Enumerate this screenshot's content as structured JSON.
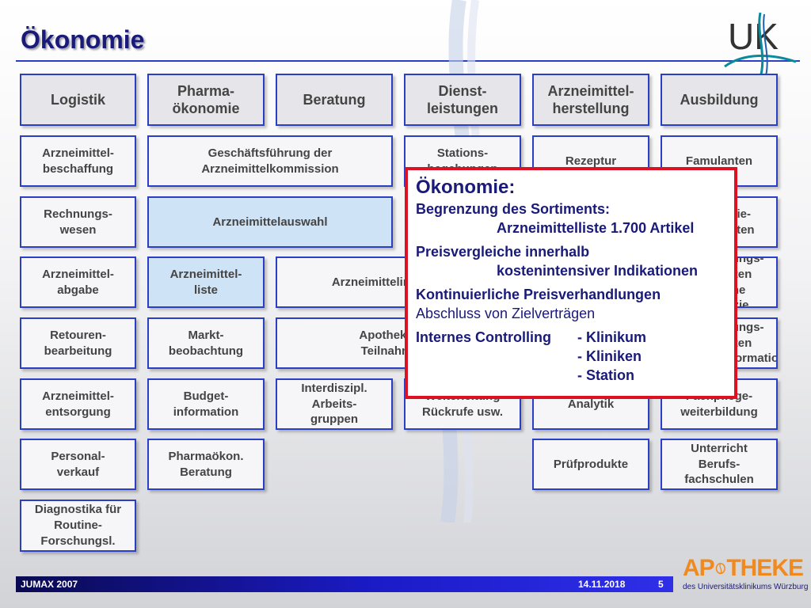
{
  "title": "Ökonomie",
  "logo_text": "UK",
  "headers": [
    {
      "label": "Logistik"
    },
    {
      "label": "Pharma-\nökonomie"
    },
    {
      "label": "Beratung"
    },
    {
      "label": "Dienst-\nleistungen"
    },
    {
      "label": "Arzneimittel-\nherstellung"
    },
    {
      "label": "Ausbildung"
    }
  ],
  "cells": [
    {
      "label": "Arzneimittel-\nbeschaffung"
    },
    {
      "label": "Geschäftsführung der\nArzneimittelkommission"
    },
    {
      "label": "Stations-\nbegehungen"
    },
    {
      "label": "Rezeptur"
    },
    {
      "label": "Famulanten"
    },
    {
      "label": "Rechnungs-\nwesen"
    },
    {
      "label": "Arzneimittelauswahl"
    },
    {
      "label": "Pharmazie-\npraktikanten"
    },
    {
      "label": "Arzneimittel-\nabgabe"
    },
    {
      "label": "Arzneimittel-\nliste"
    },
    {
      "label": "Arzneimittelinformation"
    },
    {
      "label": "Weiterbildungs-\nassistenten\nKlinische Pharmazie"
    },
    {
      "label": "Retouren-\nbearbeitung"
    },
    {
      "label": "Markt-\nbeobachtung"
    },
    {
      "label": "Apotheker als\nTeilnahme an"
    },
    {
      "label": "Weiterbildungs-\nassistenten\nArzneimittelinformation"
    },
    {
      "label": "Arzneimittel-\nentsorgung"
    },
    {
      "label": "Budget-\ninformation"
    },
    {
      "label": "Interdiszipl.\nArbeits-\ngruppen"
    },
    {
      "label": "Weiterleitung\nRückrufe usw."
    },
    {
      "label": "Analytik"
    },
    {
      "label": "Fachpflege-\nweiterbildung"
    },
    {
      "label": "Personal-\nverkauf"
    },
    {
      "label": "Pharmaökon.\nBeratung"
    },
    {
      "label": "Prüfprodukte"
    },
    {
      "label": "Unterricht\nBerufs-\nfachschulen"
    },
    {
      "label": "Diagnostika für\nRoutine-\nForschungsl."
    }
  ],
  "popup": {
    "title": "Ökonomie:",
    "line1": "Begrenzung des Sortiments:",
    "line2": "Arzneimittelliste 1.700 Artikel",
    "line3": "Preisvergleiche innerhalb",
    "line4": "kostenintensiver Indikationen",
    "line5": "Kontinuierliche Preisverhandlungen",
    "line6": "Abschluss von Zielverträgen",
    "controlling_label": "Internes Controlling",
    "controlling_items": [
      "-  Klinikum",
      "-  Kliniken",
      "-  Station"
    ]
  },
  "footer": {
    "left": "JUMAX 2007",
    "date": "14.11.2018",
    "page": "5",
    "apotheke": "THEKE",
    "apotheke_prefix": "AP",
    "apotheke_sub": "des Universitätsklinikums Würzburg"
  },
  "colors": {
    "accent": "#2b3fc4",
    "title": "#1a1a78",
    "popup_border": "#dd1122",
    "highlight": "#cfe3f6",
    "logo_orange": "#f08a1e"
  }
}
